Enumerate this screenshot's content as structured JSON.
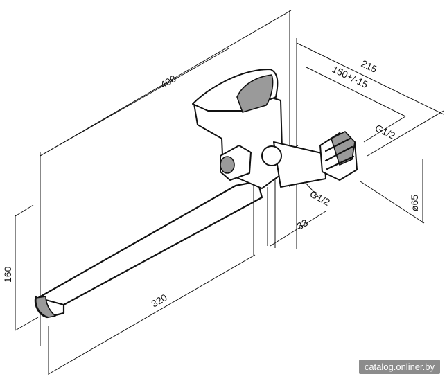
{
  "dimensions": {
    "total_length": "400",
    "depth": "215",
    "eccentric": "150+/-15",
    "thread_top": "G1/2",
    "thread_bottom": "G1/2",
    "diameter": "ø65",
    "offset": "33",
    "height": "160",
    "spout_length": "320"
  },
  "watermark": "catalog.onliner.by"
}
